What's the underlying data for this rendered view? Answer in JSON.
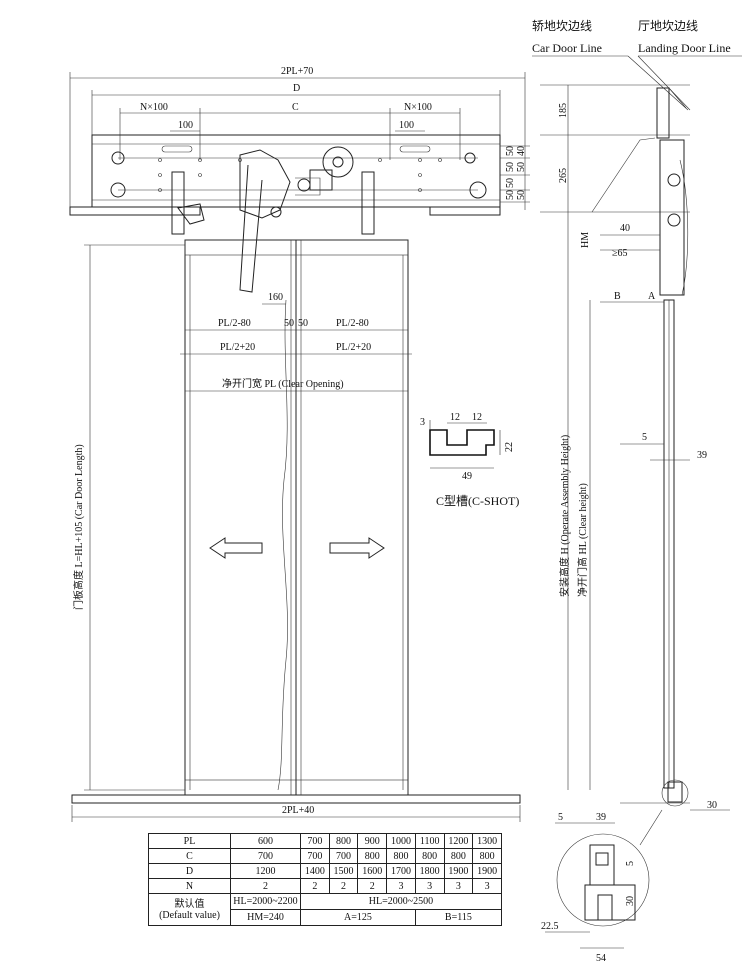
{
  "labels": {
    "car_door_line_cn": "轿地坎边线",
    "car_door_line_en": "Car Door Line",
    "landing_door_line_cn": "厅地坎边线",
    "landing_door_line_en": "Landing Door Line",
    "width_2pl70": "2PL+70",
    "dim_d": "D",
    "dim_n100_left": "N×100",
    "dim_c": "C",
    "dim_n100_right": "N×100",
    "dim_100_left": "100",
    "dim_100_right": "100",
    "dim_160": "160",
    "pl_half_80_left": "PL/2-80",
    "dim_50_left": "50",
    "dim_50_right": "50",
    "pl_half_80_right": "PL/2-80",
    "pl_half_20_left": "PL/2+20",
    "pl_half_20_right": "PL/2+20",
    "clear_opening": "净开门宽  PL (Clear Opening)",
    "door_length": "门板高度 L=HL+105 (Car Door Length)",
    "width_2pl40": "2PL+40",
    "rail_50_1": "50",
    "rail_40": "40",
    "rail_50_2": "50",
    "rail_50_3": "50",
    "rail_50_4": "50",
    "rail_50_5": "50",
    "rail_50_6": "50",
    "c_shot_title": "C型槽(C-SHOT)",
    "c3": "3",
    "c12a": "12",
    "c12b": "12",
    "c22": "22",
    "c49": "49",
    "side_185": "185",
    "side_265": "265",
    "side_hm": "HM",
    "side_40": "40",
    "side_ge65": "≥65",
    "side_b": "B",
    "side_a": "A",
    "side_5": "5",
    "side_39": "39",
    "assembly_height": "安装高度 H (Operate Assembly Height)",
    "clear_height": "净开门高 HL (Clear height)",
    "side_30": "30",
    "det_5": "5",
    "det_39": "39",
    "det_5b": "5",
    "det_30": "30",
    "det_22_5": "22.5",
    "det_54": "54"
  },
  "table": {
    "rows": [
      {
        "head": "PL",
        "cells": [
          "600",
          "700",
          "800",
          "900",
          "1000",
          "1100",
          "1200",
          "1300"
        ]
      },
      {
        "head": "C",
        "cells": [
          "700",
          "700",
          "700",
          "800",
          "800",
          "800",
          "800",
          "800"
        ]
      },
      {
        "head": "D",
        "cells": [
          "1200",
          "1400",
          "1500",
          "1600",
          "1700",
          "1800",
          "1900",
          "1900"
        ]
      },
      {
        "head": "N",
        "cells": [
          "2",
          "2",
          "2",
          "2",
          "3",
          "3",
          "3",
          "3"
        ]
      }
    ],
    "default_head_cn": "默认值",
    "default_head_en": "(Default value)",
    "default_hl_1": "HL=2000~2200",
    "default_hl_2": "HL=2000~2500",
    "default_hm": "HM=240",
    "default_a": "A=125",
    "default_b": "B=115"
  }
}
